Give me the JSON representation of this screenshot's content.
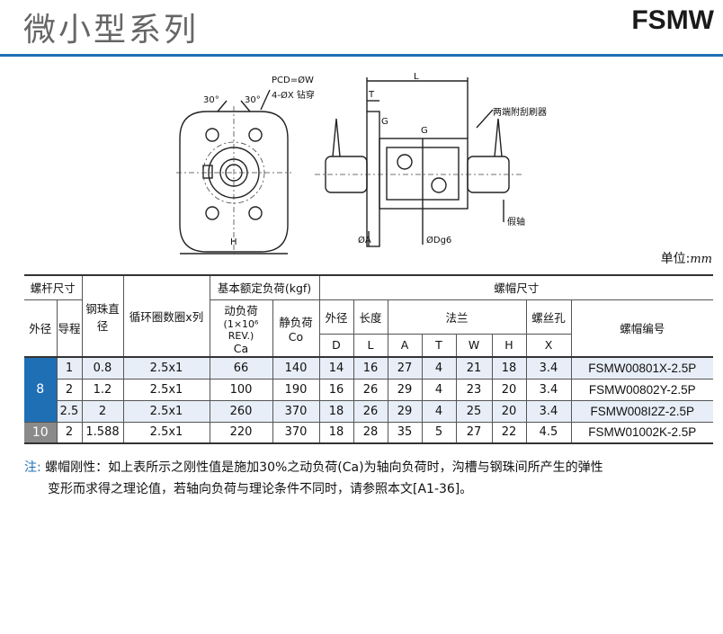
{
  "header": {
    "title": "微小型系列",
    "model_series": "FSMW"
  },
  "drawing": {
    "pcd": "PCD=ØW",
    "holes": "4-ØX 钻穿",
    "angle_left": "30°",
    "angle_right": "30°",
    "dim_h": "H",
    "dim_t": "T",
    "dim_l": "L",
    "dim_g_top": "G",
    "dim_g": "G",
    "wiper": "两端附刮刷器",
    "dummy_shaft": "假轴",
    "dim_a": "ØA",
    "dim_dg6": "ØDg6"
  },
  "unit": {
    "label": "单位:",
    "value": "mm"
  },
  "table": {
    "h_screw": "螺杆尺寸",
    "h_outer": "外径",
    "h_lead": "导程",
    "h_ball": "钢珠直径",
    "h_turns": "循环圈数圈x列",
    "h_load": "基本额定负荷(kgf)",
    "h_dyn": "动负荷",
    "h_dyn_rev": "(1×10⁶ REV.)",
    "h_dyn_sym": "Ca",
    "h_static": "静负荷",
    "h_static_sym": "Co",
    "h_nut": "螺帽尺寸",
    "h_nut_od": "外径",
    "h_length": "长度",
    "h_flange": "法兰",
    "h_bolt": "螺丝孔",
    "h_model": "螺帽编号",
    "c_D": "D",
    "c_L": "L",
    "c_A": "A",
    "c_T": "T",
    "c_W": "W",
    "c_H": "H",
    "c_X": "X",
    "groups": [
      {
        "outer": "8",
        "rows": [
          {
            "lead": "1",
            "ball": "0.8",
            "turns": "2.5x1",
            "ca": "66",
            "co": "140",
            "D": "14",
            "L": "16",
            "A": "27",
            "T": "4",
            "W": "21",
            "H": "18",
            "X": "3.4",
            "model": "FSMW00801X-2.5P"
          },
          {
            "lead": "2",
            "ball": "1.2",
            "turns": "2.5x1",
            "ca": "100",
            "co": "190",
            "D": "16",
            "L": "26",
            "A": "29",
            "T": "4",
            "W": "23",
            "H": "20",
            "X": "3.4",
            "model": "FSMW00802Y-2.5P"
          },
          {
            "lead": "2.5",
            "ball": "2",
            "turns": "2.5x1",
            "ca": "260",
            "co": "370",
            "D": "18",
            "L": "26",
            "A": "29",
            "T": "4",
            "W": "25",
            "H": "20",
            "X": "3.4",
            "model": "FSMW008I2Z-2.5P"
          }
        ]
      },
      {
        "outer": "10",
        "rows": [
          {
            "lead": "2",
            "ball": "1.588",
            "turns": "2.5x1",
            "ca": "220",
            "co": "370",
            "D": "18",
            "L": "28",
            "A": "35",
            "T": "5",
            "W": "27",
            "H": "22",
            "X": "4.5",
            "model": "FSMW01002K-2.5P"
          }
        ]
      }
    ]
  },
  "note": {
    "label": "注:",
    "line1": "螺帽刚性：如上表所示之刚性值是施加30%之动负荷(Ca)为轴向负荷时，沟槽与钢珠间所产生的弹性",
    "line2": "变形而求得之理论值，若轴向负荷与理论条件不同时，请参照本文[A1-36]。"
  },
  "colors": {
    "accent": "#1f6fb5",
    "group_10": "#8a8a8a",
    "row_alt": "#e8eef7"
  }
}
